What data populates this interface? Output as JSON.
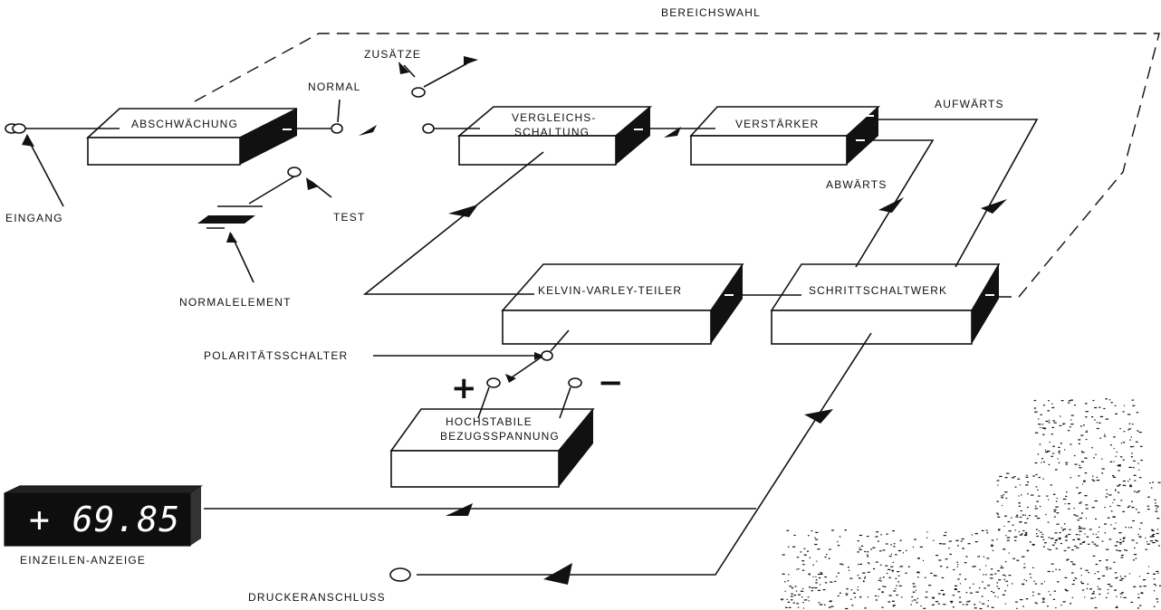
{
  "labels": {
    "bereichswahl": "BEREICHSWAHL",
    "normal": "NORMAL",
    "zusaetze": "ZUSÄTZE",
    "aufwaerts": "AUFWÄRTS",
    "abwaerts": "ABWÄRTS",
    "eingang": "EINGANG",
    "test": "TEST",
    "normalelement": "NORMALELEMENT",
    "polaritaetsschalter": "POLARITÄTSSCHALTER",
    "plus": "+",
    "minus": "−",
    "einzeilen_anzeige": "EINZEILEN-ANZEIGE",
    "druckeranschluss": "DRUCKERANSCHLUSS"
  },
  "blocks": {
    "abschwaechung": "ABSCHWÄCHUNG",
    "vergleich_1": "VERGLEICHS-",
    "vergleich_2": "SCHALTUNG",
    "verstaerker": "VERSTÄRKER",
    "kelvin": "KELVIN-VARLEY-TEILER",
    "schritt": "SCHRITTSCHALTWERK",
    "hochstabile_1": "HOCHSTABILE",
    "hochstabile_2": "BEZUGSSPANNUNG"
  },
  "display": {
    "value": "+ 69.85"
  }
}
